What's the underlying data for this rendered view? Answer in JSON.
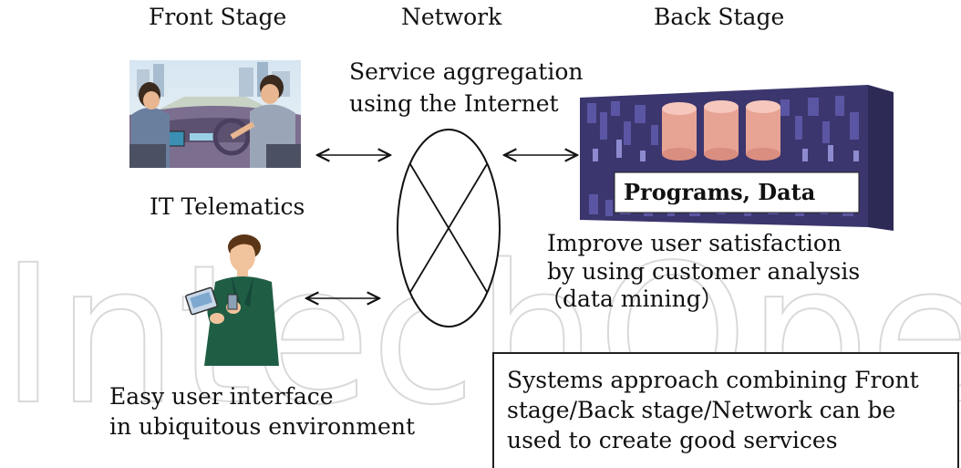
{
  "headers": {
    "front": "Front Stage",
    "network": "Network",
    "back": "Back Stage"
  },
  "network": {
    "caption_line1": "Service aggregation",
    "caption_line2": "using the Internet"
  },
  "front": {
    "telematics_label": "IT Telematics",
    "interface_line1": "Easy user interface",
    "interface_line2": "in ubiquitous environment"
  },
  "back": {
    "server_label": "Programs, Data",
    "satisfaction_line1": "Improve user satisfaction",
    "satisfaction_line2": "by using customer  analysis",
    "satisfaction_line3": "（data mining）"
  },
  "summary": {
    "line1": "Systems approach combining Front",
    "line2": "stage/Back stage/Network can be",
    "line3": "used to create good services"
  },
  "watermark": {
    "text": "IntechOpen"
  },
  "icons": {
    "car": "car-interior-illustration",
    "person": "businessman-with-handheld-device-illustration",
    "server": "data-center-server-illustration",
    "network": "network-ellipse-symbol",
    "arrow": "double-headed-arrow-icon"
  }
}
